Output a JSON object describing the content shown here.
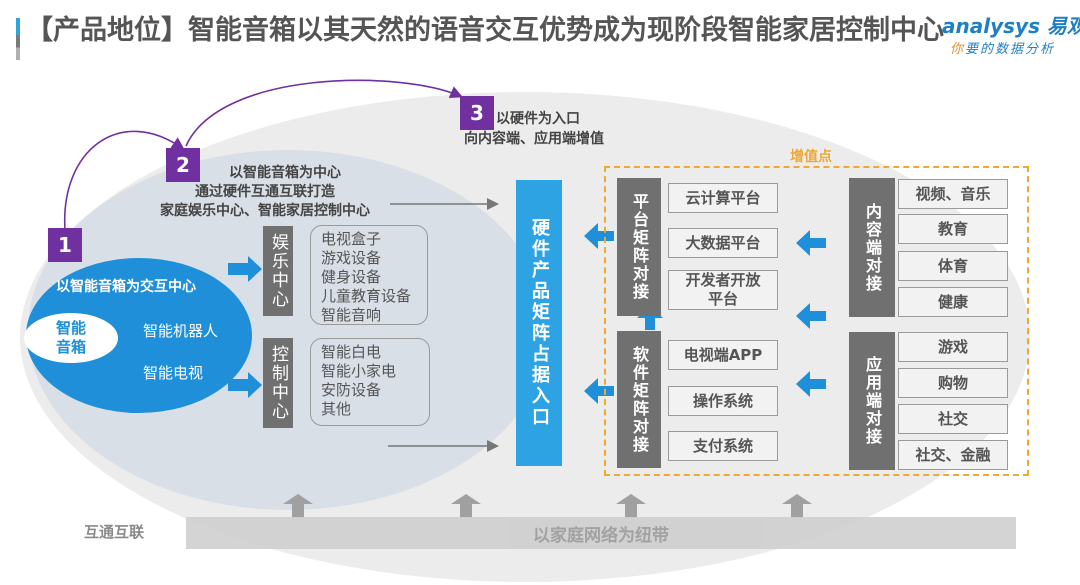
{
  "header": {
    "title": "【产品地位】智能音箱以其天然的语音交互优势成为现阶段智能家居控制中心",
    "logo_main": "analysys 易观",
    "logo_sub_first": "你",
    "logo_sub_rest": "要的数据分析"
  },
  "steps": [
    {
      "number": "1",
      "lines": []
    },
    {
      "number": "2",
      "lines": [
        "以智能音箱为中心",
        "通过硬件互通互联打造",
        "家庭娱乐中心、智能家居控制中心"
      ]
    },
    {
      "number": "3",
      "lines": [
        "以硬件为入口",
        "向内容端、应用端增值"
      ]
    }
  ],
  "core": {
    "title": "以智能音箱为交互中心",
    "speaker": "智能音箱",
    "items": [
      "智能机器人",
      "智能电视"
    ]
  },
  "centers": [
    {
      "label": "娱乐中心",
      "items": [
        "电视盒子",
        "游戏设备",
        "健身设备",
        "儿童教育设备",
        "智能音响"
      ]
    },
    {
      "label": "控制中心",
      "items": [
        "智能白电",
        "智能小家电",
        "安防设备",
        "其他"
      ]
    }
  ],
  "hardware_entry": "硬件产品矩阵占据入口",
  "value_added_label": "增值点",
  "platform_matrix": {
    "label": "平台矩阵对接",
    "items": [
      "云计算平台",
      "大数据平台",
      "开发者开放平台"
    ]
  },
  "software_matrix": {
    "label": "软件矩阵对接",
    "items": [
      "电视端APP",
      "操作系统",
      "支付系统"
    ]
  },
  "content_side": {
    "label": "内容端对接",
    "items": [
      "视频、音乐",
      "教育",
      "体育",
      "健康"
    ]
  },
  "app_side": {
    "label": "应用端对接",
    "items": [
      "游戏",
      "购物",
      "社交",
      "社交、金融"
    ]
  },
  "footer": {
    "left_label": "互通互联",
    "bar_label": "以家庭网络为纽带"
  },
  "colors": {
    "accent_blue": "#1e8fd8",
    "step_purple": "#7030a0",
    "value_orange": "#f0a830",
    "label_grey": "#707070"
  }
}
